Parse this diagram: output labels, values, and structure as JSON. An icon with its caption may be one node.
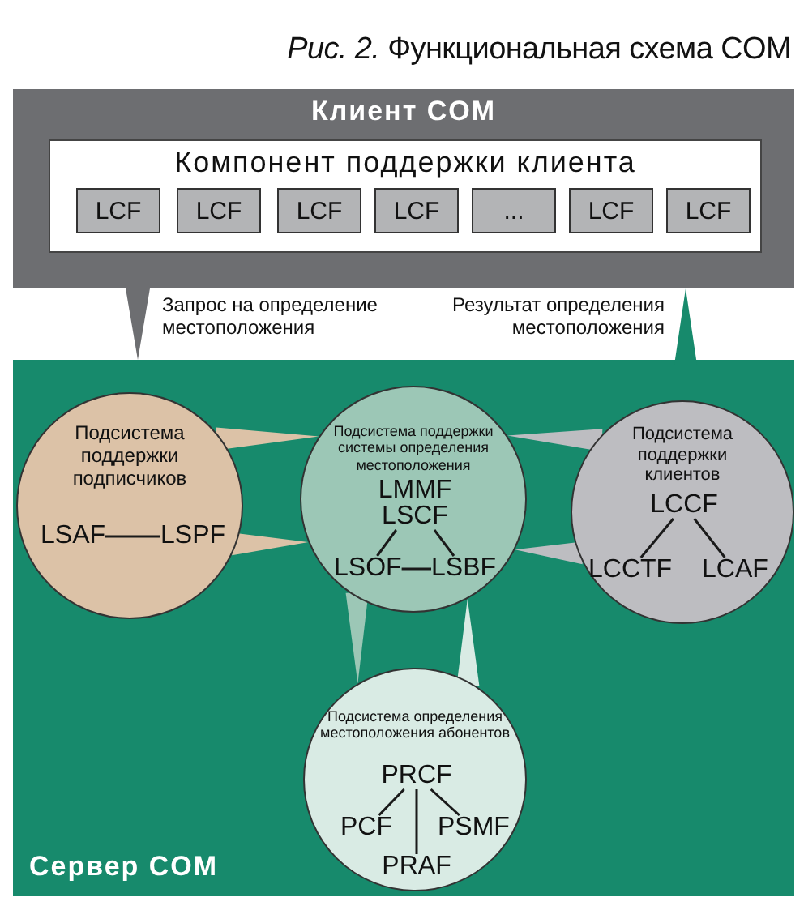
{
  "diagram": {
    "title": "*Рис. 2.* Функциональная схема COM",
    "nodes": [
      {
        "text": [
          "Клиент COM"
        ]
      },
      {
        "text": [
          "Компонент поддержки клиента"
        ],
        "in": 0
      },
      {
        "text": [
          "LCF"
        ],
        "in": 1
      },
      {
        "text": [
          "LCF"
        ],
        "in": 1
      },
      {
        "text": [
          "LCF"
        ],
        "in": 1
      },
      {
        "text": [
          "LCF"
        ],
        "in": 1
      },
      {
        "text": [
          "..."
        ],
        "in": 1
      },
      {
        "text": [
          "LCF"
        ],
        "in": 1
      },
      {
        "text": [
          "LCF"
        ],
        "in": 1
      },
      {
        "text": [
          "Сервер COM"
        ]
      },
      {
        "text": [
          "Подсистема поддержки подписчиков"
        ],
        "in": 9
      },
      {
        "text": [
          "LSAF"
        ],
        "in": 10
      },
      {
        "text": [
          "LSPF"
        ],
        "in": 10
      },
      {
        "text": [
          "Подсистема поддержки системы определения местоположения"
        ],
        "in": 9
      },
      {
        "text": [
          "LMMF",
          "LSCF"
        ],
        "in": 13
      },
      {
        "text": [
          "LSOF"
        ],
        "in": 13
      },
      {
        "text": [
          "LSBF"
        ],
        "in": 13
      },
      {
        "text": [
          "Подсистема поддержки клиентов"
        ],
        "in": 9
      },
      {
        "text": [
          "LCCF"
        ],
        "in": 17
      },
      {
        "text": [
          "LCCTF"
        ],
        "in": 17
      },
      {
        "text": [
          "LCAF"
        ],
        "in": 17
      },
      {
        "text": [
          "Подсистема определения местоположения абонентов"
        ],
        "in": 9
      },
      {
        "text": [
          "PRCF"
        ],
        "in": 21
      },
      {
        "text": [
          "PCF"
        ],
        "in": 21
      },
      {
        "text": [
          "PSMF"
        ],
        "in": 21
      },
      {
        "text": [
          "PRAF"
        ],
        "in": 21
      }
    ],
    "edges": [
      {
        "from": 0,
        "to": 9,
        "arrow": "to",
        "label": "Запрос на определение местоположения",
        "style": "thick",
        "color": "#6d6e71"
      },
      {
        "from": 9,
        "to": 0,
        "arrow": "to",
        "label": "Результат определения местоположения",
        "style": "thick",
        "color": "#178a6c"
      },
      {
        "from": 10,
        "to": 13,
        "arrow": "to",
        "style": "thick",
        "color": "#dcc2a7"
      },
      {
        "from": 10,
        "to": 13,
        "arrow": "to",
        "style": "thick",
        "color": "#dcc2a7"
      },
      {
        "from": 17,
        "to": 13,
        "arrow": "to",
        "style": "thick",
        "color": "#bdbdc1"
      },
      {
        "from": 17,
        "to": 13,
        "arrow": "to",
        "style": "thick",
        "color": "#bdbdc1"
      },
      {
        "from": 13,
        "to": 21,
        "arrow": "to",
        "style": "thick",
        "color": "#9cc7b6"
      },
      {
        "from": 21,
        "to": 13,
        "arrow": "to",
        "style": "thick",
        "color": "#d9ebe4"
      },
      {
        "from": 11,
        "to": 12,
        "arrow": "none"
      },
      {
        "from": 14,
        "to": 15,
        "arrow": "none"
      },
      {
        "from": 14,
        "to": 16,
        "arrow": "none"
      },
      {
        "from": 15,
        "to": 16,
        "arrow": "none"
      },
      {
        "from": 18,
        "to": 19,
        "arrow": "none"
      },
      {
        "from": 18,
        "to": 20,
        "arrow": "none"
      },
      {
        "from": 22,
        "to": 23,
        "arrow": "none"
      },
      {
        "from": 22,
        "to": 24,
        "arrow": "none"
      },
      {
        "from": 22,
        "to": 25,
        "arrow": "none"
      }
    ]
  }
}
